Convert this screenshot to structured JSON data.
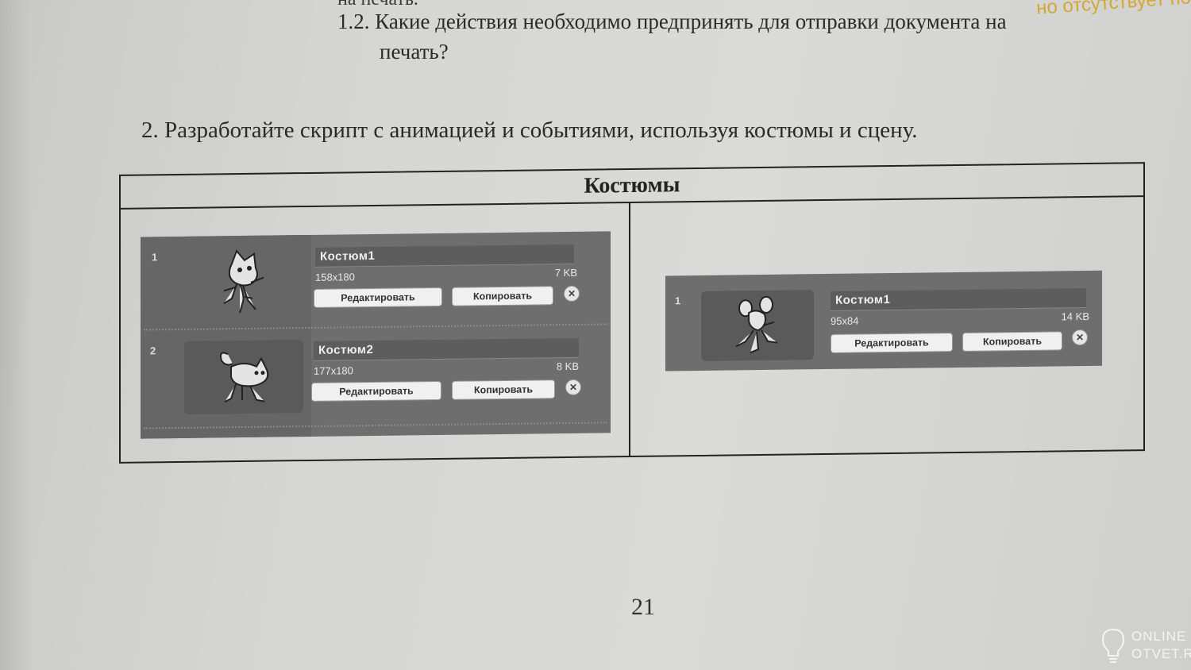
{
  "text": {
    "prev_line": "на печать.",
    "q12": "1.2. Какие действия необходимо предпринять для отправки документа на",
    "q12_cont": "печать?",
    "q2": "2. Разработайте скрипт с анимацией и событиями, используя костюмы и сцену.",
    "handwritten": "но отсутствует по",
    "page_number": "21"
  },
  "table": {
    "header": "Костюмы"
  },
  "left_panel": {
    "costumes": [
      {
        "index": "1",
        "name": "Костюм1",
        "dims": "158x180",
        "size": "7 KB",
        "edit": "Редактировать",
        "copy": "Копировать",
        "delete": "✕"
      },
      {
        "index": "2",
        "name": "Костюм2",
        "dims": "177x180",
        "size": "8 KB",
        "edit": "Редактировать",
        "copy": "Копировать",
        "delete": "✕"
      }
    ]
  },
  "right_panel": {
    "costumes": [
      {
        "index": "1",
        "name": "Костюм1",
        "dims": "95x84",
        "size": "14 KB",
        "edit": "Редактировать",
        "copy": "Копировать",
        "delete": "✕"
      }
    ]
  },
  "watermark": {
    "line1": "ONLINE",
    "line2": "OTVET.RU"
  }
}
